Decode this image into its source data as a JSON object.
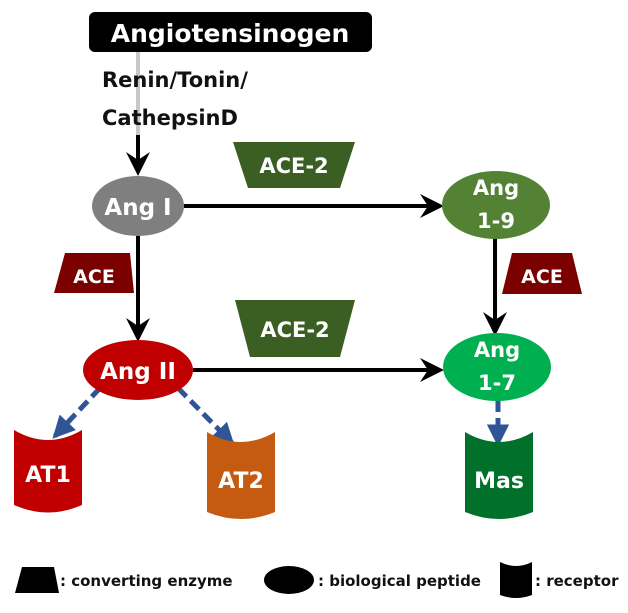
{
  "colors": {
    "angiotensinogen_bg": "#000000",
    "ang1": "#7f7f7f",
    "ang19": "#548235",
    "ang2": "#c00000",
    "ang17": "#00b050",
    "ace": "#7b0000",
    "ace2": "#3b5e23",
    "at1": "#c00000",
    "at2": "#c55a11",
    "mas": "#00702a",
    "arrow_solid": "#000000",
    "arrow_dashed": "#2f5597"
  },
  "nodes": {
    "angiotensinogen": "Angiotensinogen",
    "renin_line1": "Renin/Tonin/",
    "renin_line2": "CathepsinD",
    "ang1": "Ang I",
    "ang19_line1": "Ang",
    "ang19_line2": "1-9",
    "ang2": "Ang II",
    "ang17_line1": "Ang",
    "ang17_line2": "1-7"
  },
  "enzymes": {
    "ace2_top": "ACE-2",
    "ace2_bottom": "ACE-2",
    "ace_left": "ACE",
    "ace_right": "ACE"
  },
  "receptors": {
    "at1": "AT1",
    "at2": "AT2",
    "mas": "Mas"
  },
  "legend": {
    "enzyme": ": converting enzyme",
    "peptide": ": biological peptide",
    "receptor": ": receptor"
  }
}
